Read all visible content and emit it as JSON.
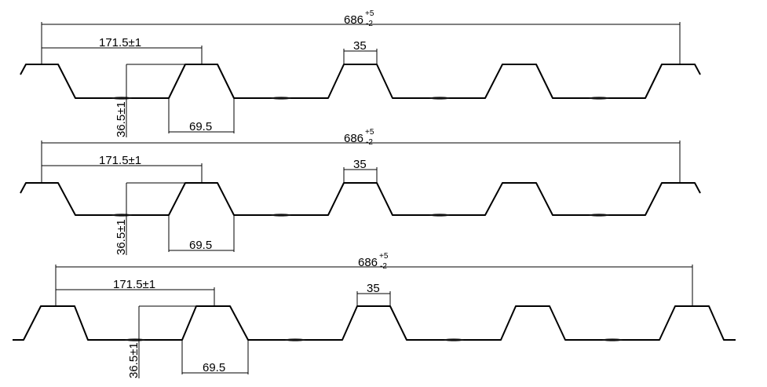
{
  "drawing": {
    "profiles": [
      {
        "overall_width": "686",
        "tol_plus": "+5",
        "tol_minus": "-2",
        "pitch": "171.5±1",
        "rib_top": "35",
        "height": "36.5±1",
        "rib_bottom": "69.5"
      },
      {
        "overall_width": "686",
        "tol_plus": "+5",
        "tol_minus": "-2",
        "pitch": "171.5±1",
        "rib_top": "35",
        "height": "36.5±1",
        "rib_bottom": "69.5"
      },
      {
        "overall_width": "686",
        "tol_plus": "+5",
        "tol_minus": "-2",
        "pitch": "171.5±1",
        "rib_top": "35",
        "height": "36.5±1",
        "rib_bottom": "69.5"
      }
    ]
  }
}
